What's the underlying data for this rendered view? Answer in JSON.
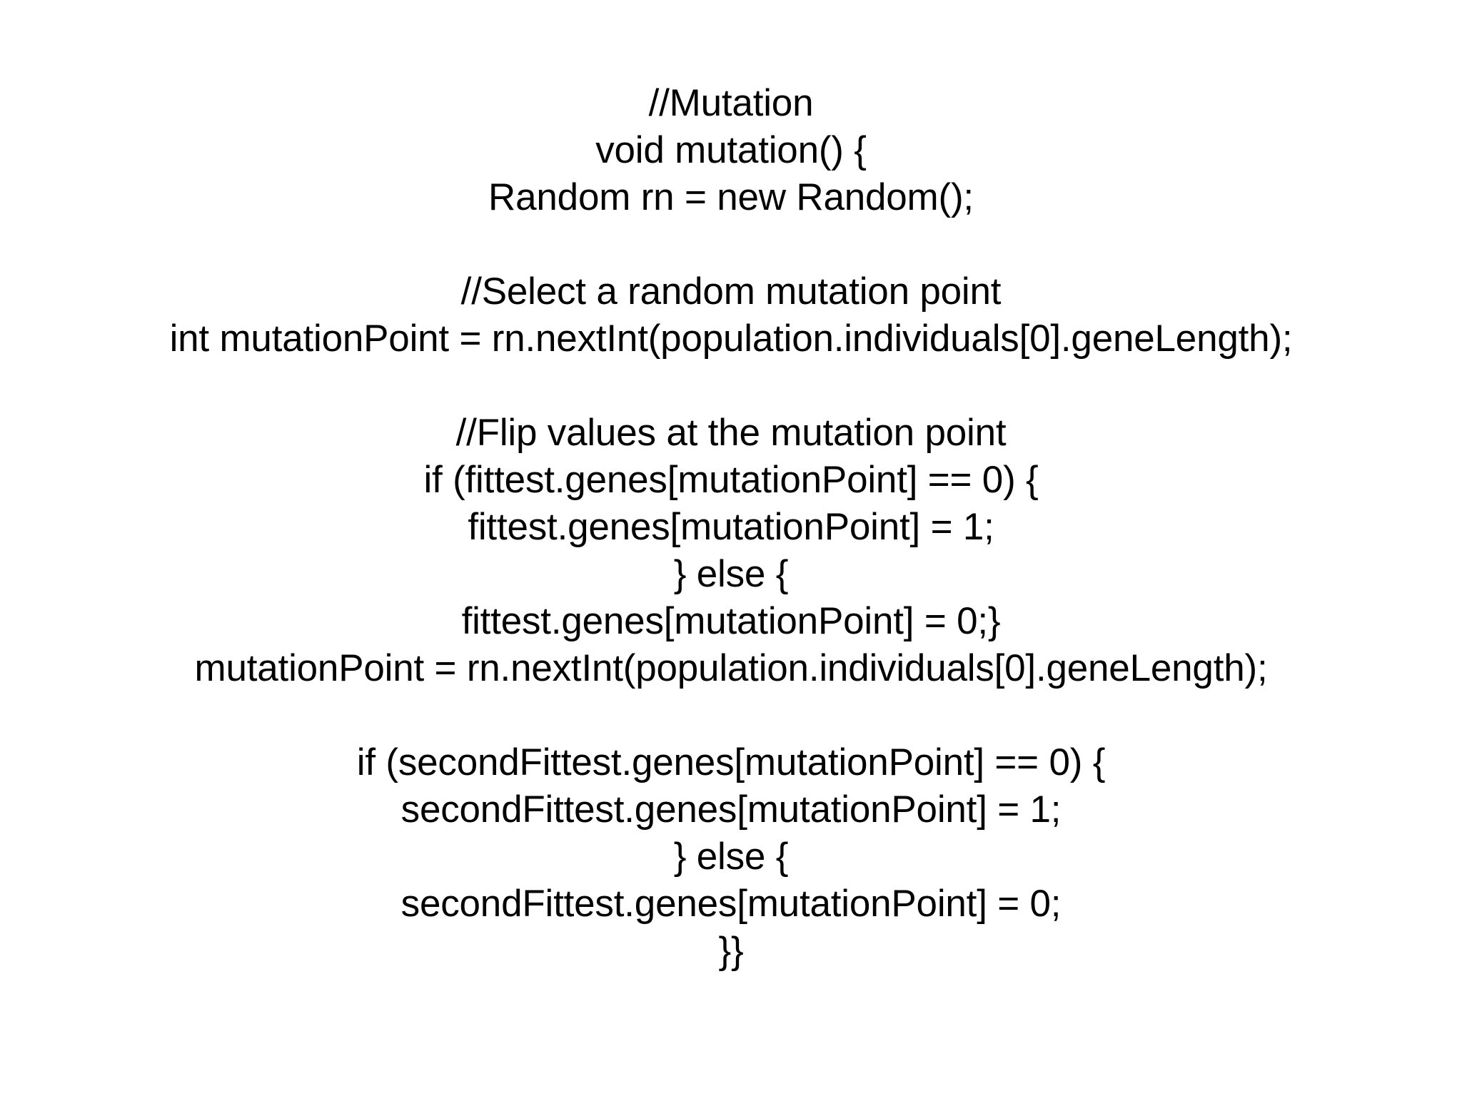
{
  "slide": {
    "background_color": "#ffffff",
    "text_color": "#000000",
    "title": "//Mutation",
    "code_lines": [
      {
        "text": "//Mutation",
        "blank": false
      },
      {
        "text": "void mutation() {",
        "blank": false
      },
      {
        "text": "Random rn = new Random();",
        "blank": false
      },
      {
        "text": "",
        "blank": true
      },
      {
        "text": "//Select a random mutation point",
        "blank": false
      },
      {
        "text": "int mutationPoint = rn.nextInt(population.individuals[0].geneLength);",
        "blank": false
      },
      {
        "text": "",
        "blank": true
      },
      {
        "text": "//Flip values at the mutation point",
        "blank": false
      },
      {
        "text": "if (fittest.genes[mutationPoint] == 0) {",
        "blank": false
      },
      {
        "text": "fittest.genes[mutationPoint] = 1;",
        "blank": false
      },
      {
        "text": "} else {",
        "blank": false
      },
      {
        "text": "fittest.genes[mutationPoint] = 0;}",
        "blank": false
      },
      {
        "text": "mutationPoint = rn.nextInt(population.individuals[0].geneLength);",
        "blank": false
      },
      {
        "text": "",
        "blank": true
      },
      {
        "text": "if (secondFittest.genes[mutationPoint] == 0) {",
        "blank": false
      },
      {
        "text": "secondFittest.genes[mutationPoint] = 1;",
        "blank": false
      },
      {
        "text": "} else {",
        "blank": false
      },
      {
        "text": "secondFittest.genes[mutationPoint] = 0;",
        "blank": false
      },
      {
        "text": "}}",
        "blank": false
      }
    ]
  }
}
